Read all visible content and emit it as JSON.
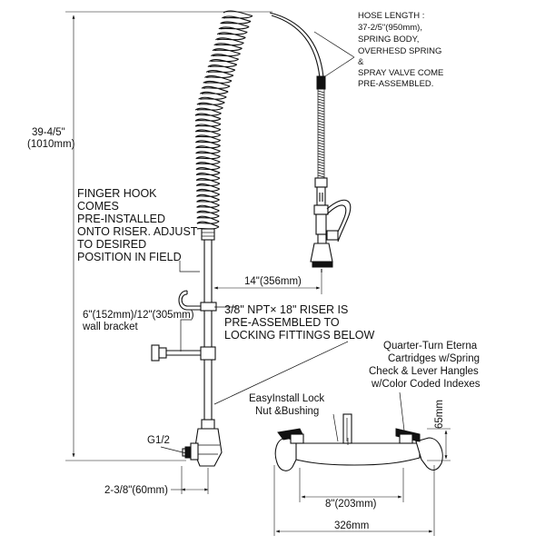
{
  "labels": {
    "hose_length": [
      "HOSE LENGTH :",
      "37-2/5\"(950mm),",
      "SPRING BODY,",
      "OVERHESD SPRING",
      "&",
      "SPRAY VALVE COME",
      "PRE-ASSEMBLED."
    ],
    "finger_hook": [
      "FINGER HOOK",
      "COMES",
      "PRE-INSTALLED",
      "ONTO RISER. ADJUST",
      "TO DESIRED",
      "POSITION IN FIELD"
    ],
    "riser": [
      "3/8\" NPT× 18\" RISER IS",
      "PRE-ASSEMBLED TO",
      "LOCKING FITTINGS BELOW"
    ],
    "wall_bracket": [
      "6\"(152mm)/12\"(305mm)",
      "wall bracket"
    ],
    "cartridges": [
      "Quarter-Turn Eterna",
      "Cartridges w/Spring",
      "Check & Lever Hangles",
      "w/Color Coded Indexes"
    ],
    "easyinstall": [
      "EasyInstall Lock",
      "Nut &Bushing"
    ]
  },
  "dimensions": {
    "height_in": "39-4/5\"",
    "height_mm": "(1010mm)",
    "reach": "14\"(356mm)",
    "inlet": "G1/2",
    "offset": "2-3/8\"(60mm)",
    "faucet_height": "65mm",
    "centers": "8\"(203mm)",
    "overall_width": "326mm"
  }
}
